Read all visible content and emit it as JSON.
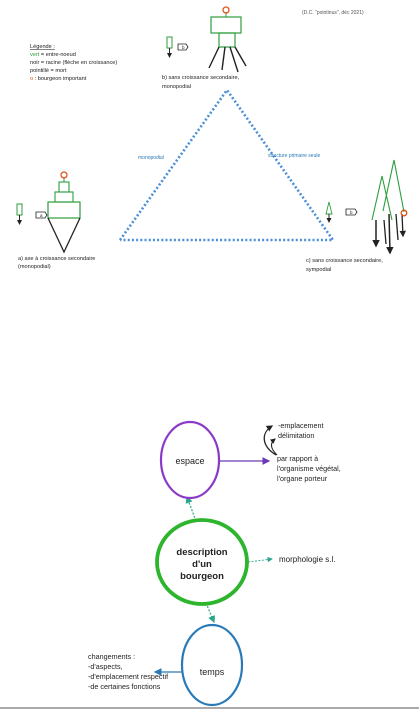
{
  "top_diagram": {
    "credit": "(D.C. \"pointinus\", déc 2021)",
    "legend": {
      "title": "Légende :",
      "vert_key": "vert",
      "vert_text": " = entre-noeud",
      "noir_key": "noir",
      "noir_text": " = racine (flèche en croissance)",
      "pointille": "pointillé = mort",
      "o_key": "o",
      "o_text": " : bourgeon important"
    },
    "cases": {
      "a": {
        "line1": "a) axe à croissance secondaire",
        "line2": "(monopodial)"
      },
      "b": {
        "line1": "b) sans croissance secondaire,",
        "line2": "monopodial"
      },
      "c": {
        "line1": "c) sans croissance secondaire,",
        "line2": "sympodial"
      }
    },
    "edges": {
      "left": "monopodial",
      "right": "structure primaire seule"
    },
    "colors": {
      "green": "#2e9e3e",
      "black": "#222222",
      "orange": "#e0521a",
      "blue_dots": "#4a8fd8"
    }
  },
  "mind_map": {
    "center": {
      "line1": "description",
      "line2": "d'un",
      "line3": "bourgeon",
      "color": "#2db52d"
    },
    "espace": {
      "label": "espace",
      "color": "#8a3ac8"
    },
    "temps": {
      "label": "temps",
      "color": "#2a7ab8"
    },
    "espace_notes": {
      "emplacement": "-emplacement",
      "delimitation": "délimitation",
      "rel1": "par rapport à",
      "rel2": "l'organisme végétal,",
      "rel3": "l'organe porteur"
    },
    "morphologie": "morphologie s.l.",
    "temps_notes": {
      "line1": "changements :",
      "line2": "-d'aspects,",
      "line3": "-d'emplacement respectif",
      "line4": "-de certaines fonctions"
    }
  }
}
